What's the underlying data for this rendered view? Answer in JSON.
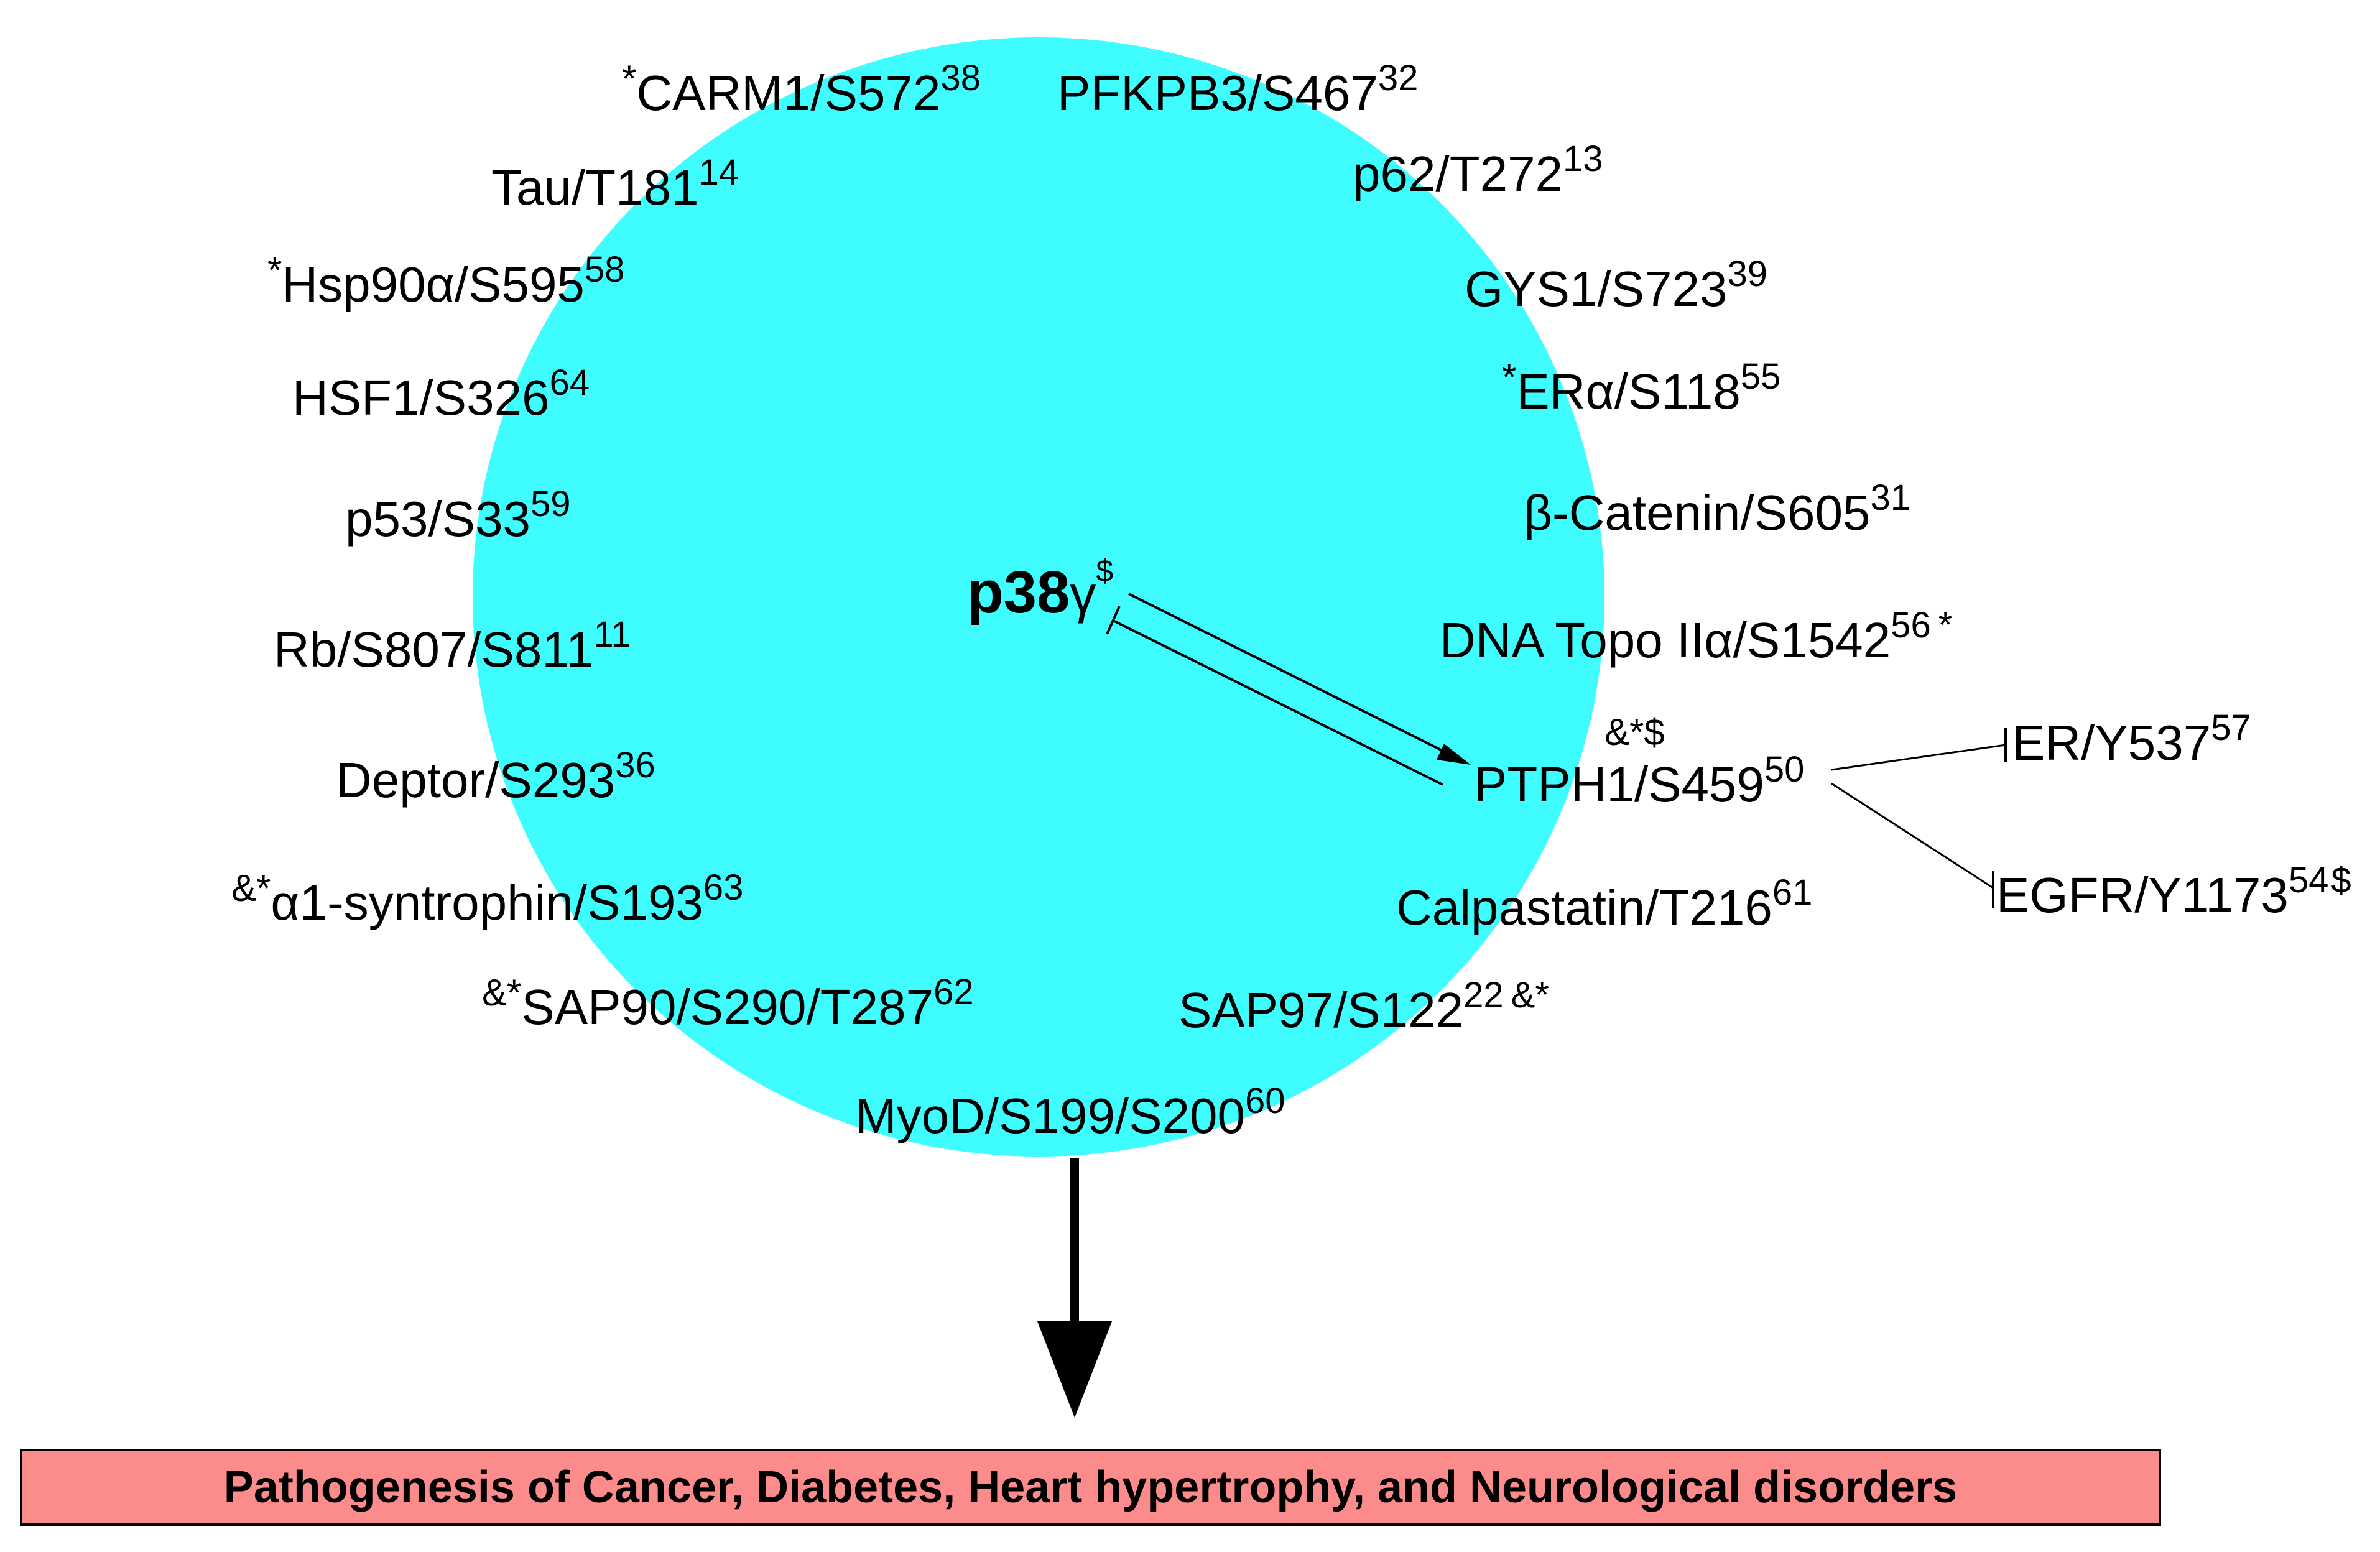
{
  "colors": {
    "circle_fill": "#3ffcff",
    "outcome_fill": "#fc8b8b",
    "line": "#000000"
  },
  "center": {
    "name": "p38",
    "greek": "γ",
    "mark": "$"
  },
  "substrates_left": [
    {
      "pre": "*",
      "name": "CARM1/S572",
      "ref": "38"
    },
    {
      "pre": "",
      "name": "Tau/T181",
      "ref": "14"
    },
    {
      "pre": "*",
      "name": "Hsp90α/S595",
      "ref": "58"
    },
    {
      "pre": "",
      "name": "HSF1/S326",
      "ref": "64"
    },
    {
      "pre": "",
      "name": "p53/S33",
      "ref": "59"
    },
    {
      "pre": "",
      "name": "Rb/S807/S811",
      "ref": "11"
    },
    {
      "pre": "",
      "name": "Deptor/S293",
      "ref": "36"
    },
    {
      "pre": "&*",
      "name": "α1-syntrophin/S193",
      "ref": "63"
    },
    {
      "pre": "&*",
      "name": "SAP90/S290/T287",
      "ref": "62"
    }
  ],
  "substrates_right": [
    {
      "pre": "",
      "name": "PFKPB3/S467",
      "ref": "32",
      "post": ""
    },
    {
      "pre": "",
      "name": "p62/T272",
      "ref": "13",
      "post": ""
    },
    {
      "pre": "",
      "name": "GYS1/S723",
      "ref": "39",
      "post": ""
    },
    {
      "pre": "*",
      "name": "ERα/S118",
      "ref": "55",
      "post": ""
    },
    {
      "pre": "",
      "name": "β-Catenin/S605",
      "ref": "31",
      "post": ""
    },
    {
      "pre": "",
      "name": "DNA Topo IIα/S1542",
      "ref": "56",
      "post": "*"
    },
    {
      "pre": "",
      "name": "Calpastatin/T216",
      "ref": "61",
      "post": ""
    },
    {
      "pre": "",
      "name": "SAP97/S122",
      "ref": "22",
      "post": "&*"
    }
  ],
  "bottom_substrate": {
    "name": "MyoD/S199/S200",
    "ref": "60"
  },
  "ptph1": {
    "mark": "&*$",
    "name": "PTPH1/S459",
    "ref": "50"
  },
  "ptph1_targets": [
    {
      "name": "ER/Y537",
      "ref": "57",
      "post": ""
    },
    {
      "name": "EGFR/Y1173",
      "ref": "54",
      "post": "$"
    }
  ],
  "outcome": "Pathogenesis of Cancer, Diabetes, Heart hypertrophy, and Neurological disorders"
}
